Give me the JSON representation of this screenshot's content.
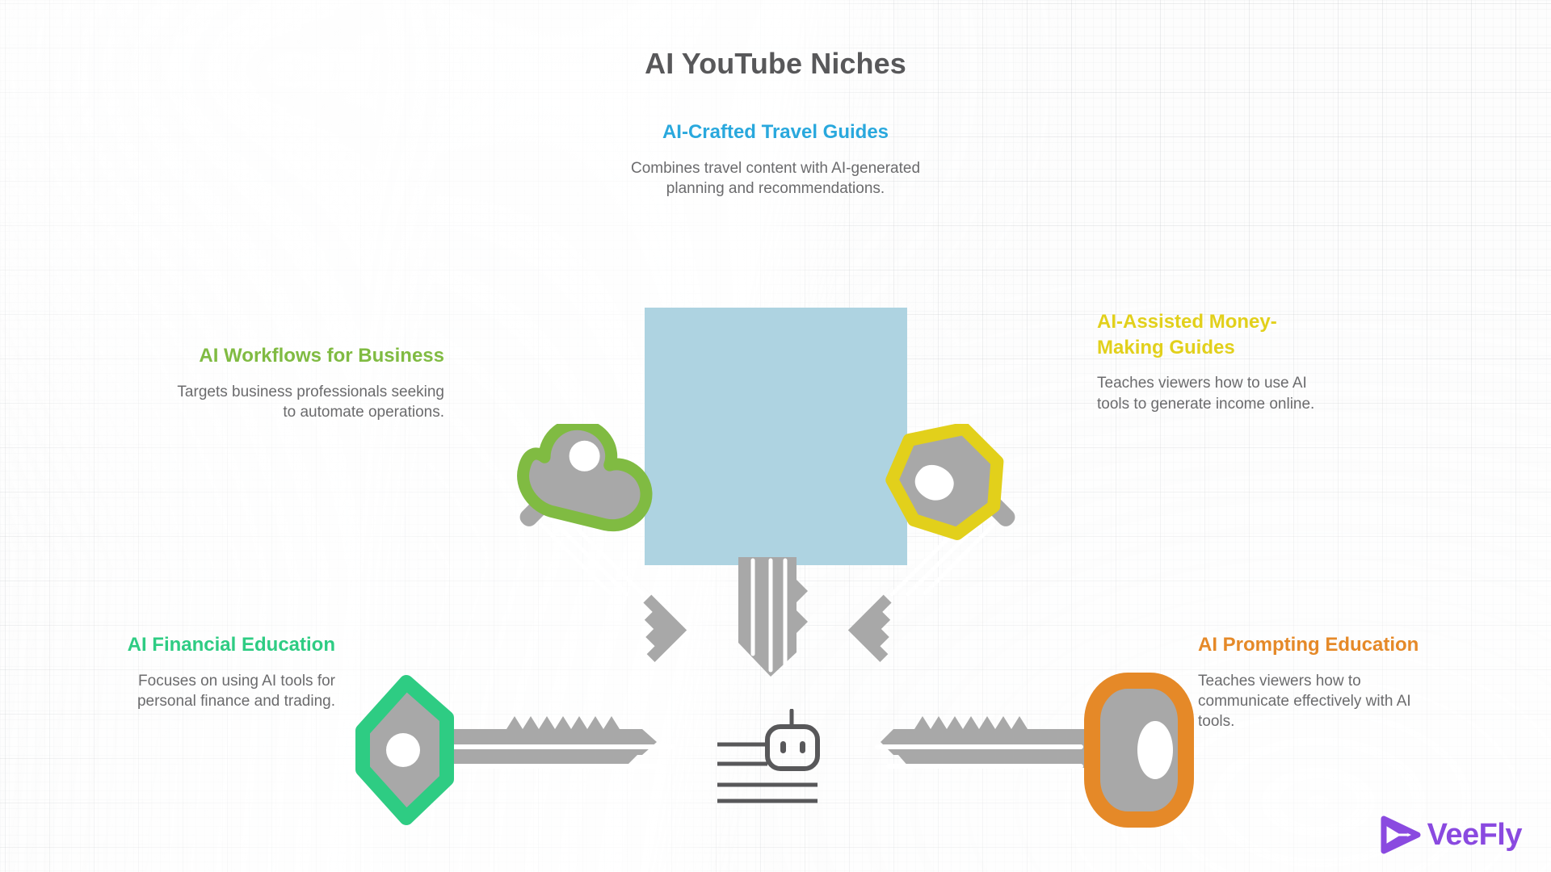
{
  "page": {
    "title": "AI YouTube Niches"
  },
  "niches": [
    {
      "id": "travel",
      "title": "AI-Crafted Travel Guides",
      "description": "Combines travel content with AI-generated planning and recommendations.",
      "color": "#29a8dd",
      "position": "top-center"
    },
    {
      "id": "workflows",
      "title": "AI Workflows for Business",
      "description": "Targets business professionals seeking to automate operations.",
      "color": "#80bb42",
      "position": "left-upper"
    },
    {
      "id": "financial",
      "title": "AI Financial Education",
      "description": "Focuses on using AI tools for personal finance and trading.",
      "color": "#2ecc83",
      "position": "left-lower"
    },
    {
      "id": "money",
      "title": "AI-Assisted Money-Making Guides",
      "description": "Teaches viewers how to use AI tools to generate income online.",
      "color": "#e2d01b",
      "position": "right-upper"
    },
    {
      "id": "prompting",
      "title": "AI Prompting Education",
      "description": "Teaches viewers how to communicate effectively with AI tools.",
      "color": "#e58928",
      "position": "right-lower"
    }
  ],
  "artwork": {
    "placeholder_color": "#aed3e1",
    "key_body_color": "#a8a8a8",
    "robot_color": "#58585a",
    "keys": [
      {
        "name": "key-green",
        "icon": "key-icon",
        "accent": "#80bb42"
      },
      {
        "name": "key-yellow",
        "icon": "key-icon",
        "accent": "#e2d01b"
      },
      {
        "name": "key-teal",
        "icon": "key-icon",
        "accent": "#2ecc83"
      },
      {
        "name": "key-orange",
        "icon": "key-icon",
        "accent": "#e58928"
      },
      {
        "name": "key-center",
        "icon": "key-icon",
        "accent": "#a8a8a8"
      }
    ]
  },
  "brand": {
    "name": "VeeFly",
    "color": "#8a4ae0",
    "icon": "play-triangle-icon"
  }
}
